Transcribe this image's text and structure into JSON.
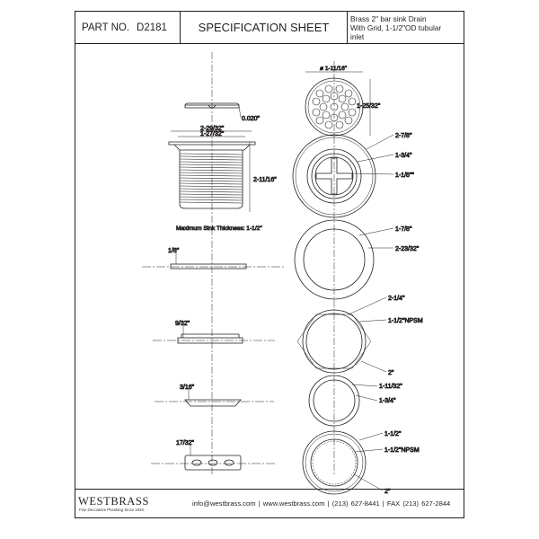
{
  "header": {
    "part_label": "PART NO.",
    "part_number": "D2181",
    "title": "SPECIFICATION SHEET",
    "desc_line1": "Brass 2\" bar sink Drain",
    "desc_line2": "With Grid, 1-1/2\"OD tubular",
    "desc_line3": "inlet"
  },
  "footer": {
    "brand": "WESTBRASS",
    "tagline": "Fine Decorative Plumbing Since 1933",
    "contact": "info@westbrass.com | www.westbrass.com | (213) 627-8441 | FAX (213) 627-2844"
  },
  "left_dims": {
    "grid_gap": "0.020\"",
    "flange_outer": "2-29/32\"",
    "flange_inner": "1-27/32\"",
    "body_height": "2-11/16\"",
    "max_sink": "Maximum Sink Thickness: 1-1/2\"",
    "gasket_thk": "1/8\"",
    "washer_thk": "9/32\"",
    "friction_thk": "3/16\"",
    "nut_thk": "17/32\""
  },
  "right_dims": {
    "grid_dia": "ø 1-11/16\"",
    "grid_h": "1-25/32\"",
    "body_outer": "2-7/8\"",
    "body_mid": "1-3/4\"",
    "body_inner": "1-1/8\"\"",
    "gasket_inner": "1-7/8\"",
    "gasket_outer": "2-23/32\"",
    "nut_outer": "2-1/4\"",
    "nut_thread": "1-1/2\"NPSM",
    "nut_inner": "2\"",
    "friction_outer": "1-11/32\"",
    "friction_inner": "1-3/4\"",
    "locknut_outer": "1-1/2\"",
    "locknut_thread": "1-1/2\"NPSM",
    "locknut_inner": "2\""
  }
}
